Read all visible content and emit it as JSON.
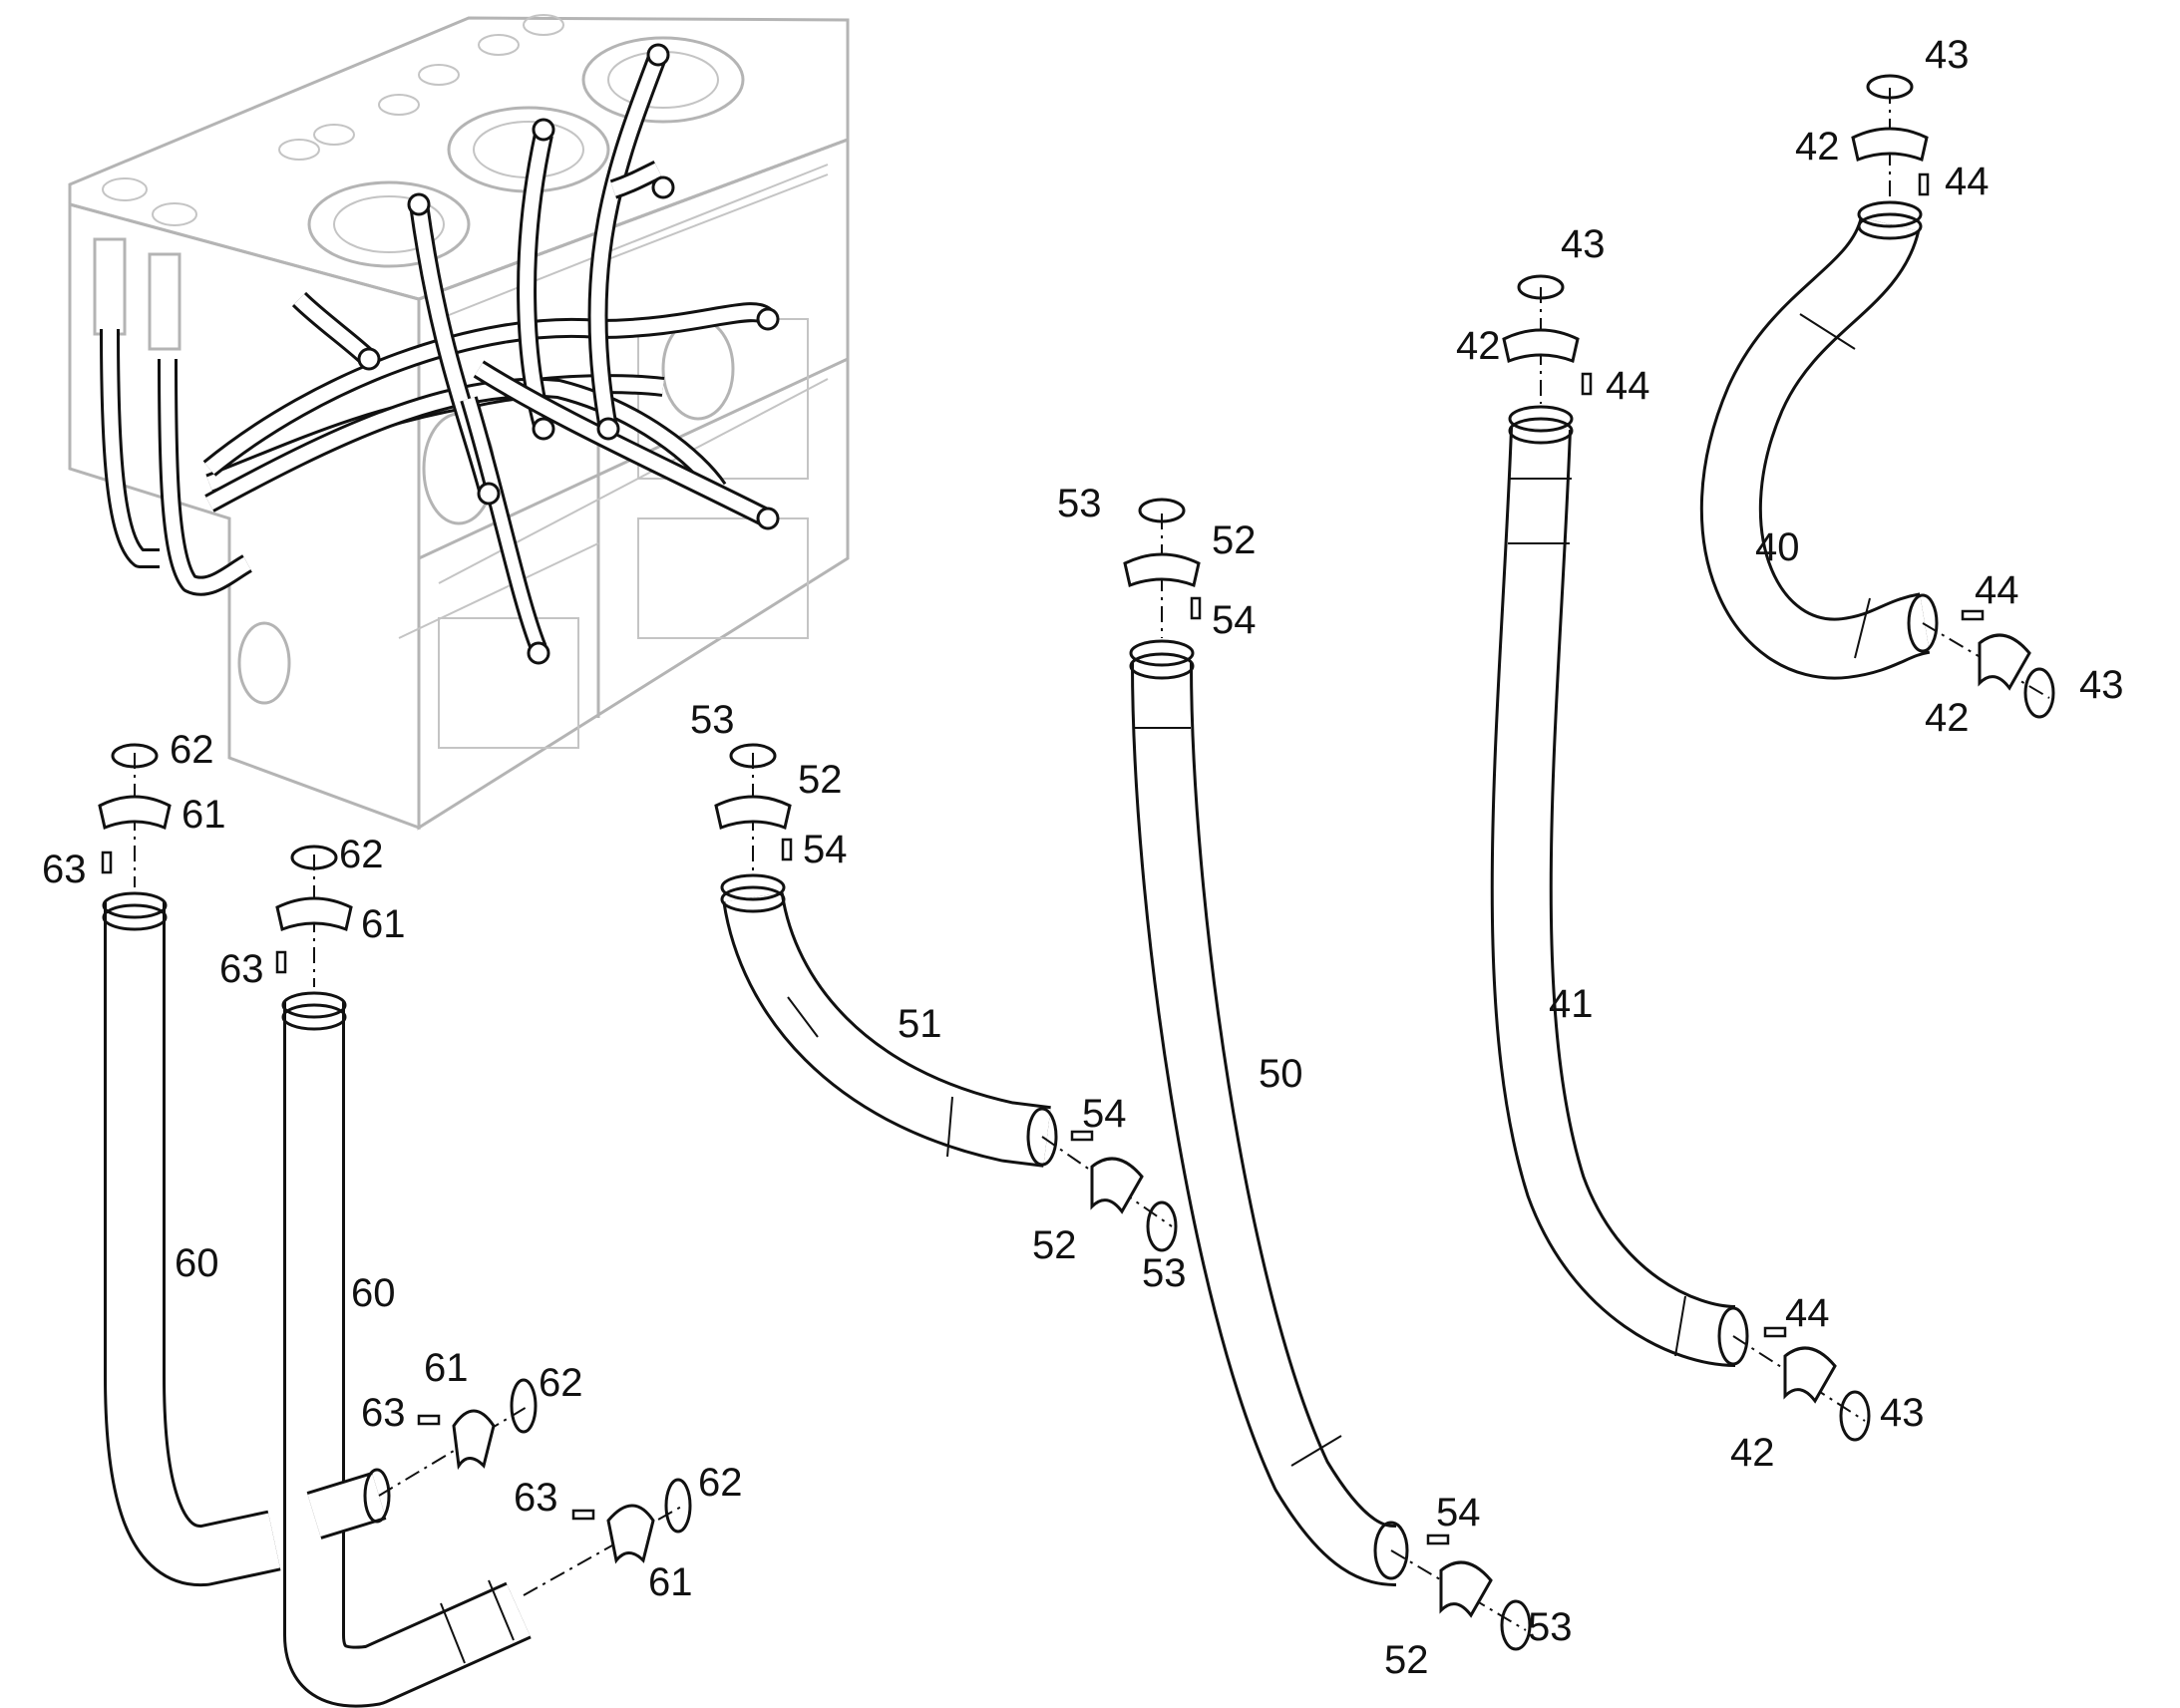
{
  "labels": {
    "p40": "40",
    "p41": "41",
    "p42": "42",
    "p43": "43",
    "p44": "44",
    "p50": "50",
    "p51": "51",
    "p52": "52",
    "p53": "53",
    "p54": "54",
    "p60": "60",
    "p61": "61",
    "p62": "62",
    "p63": "63"
  }
}
